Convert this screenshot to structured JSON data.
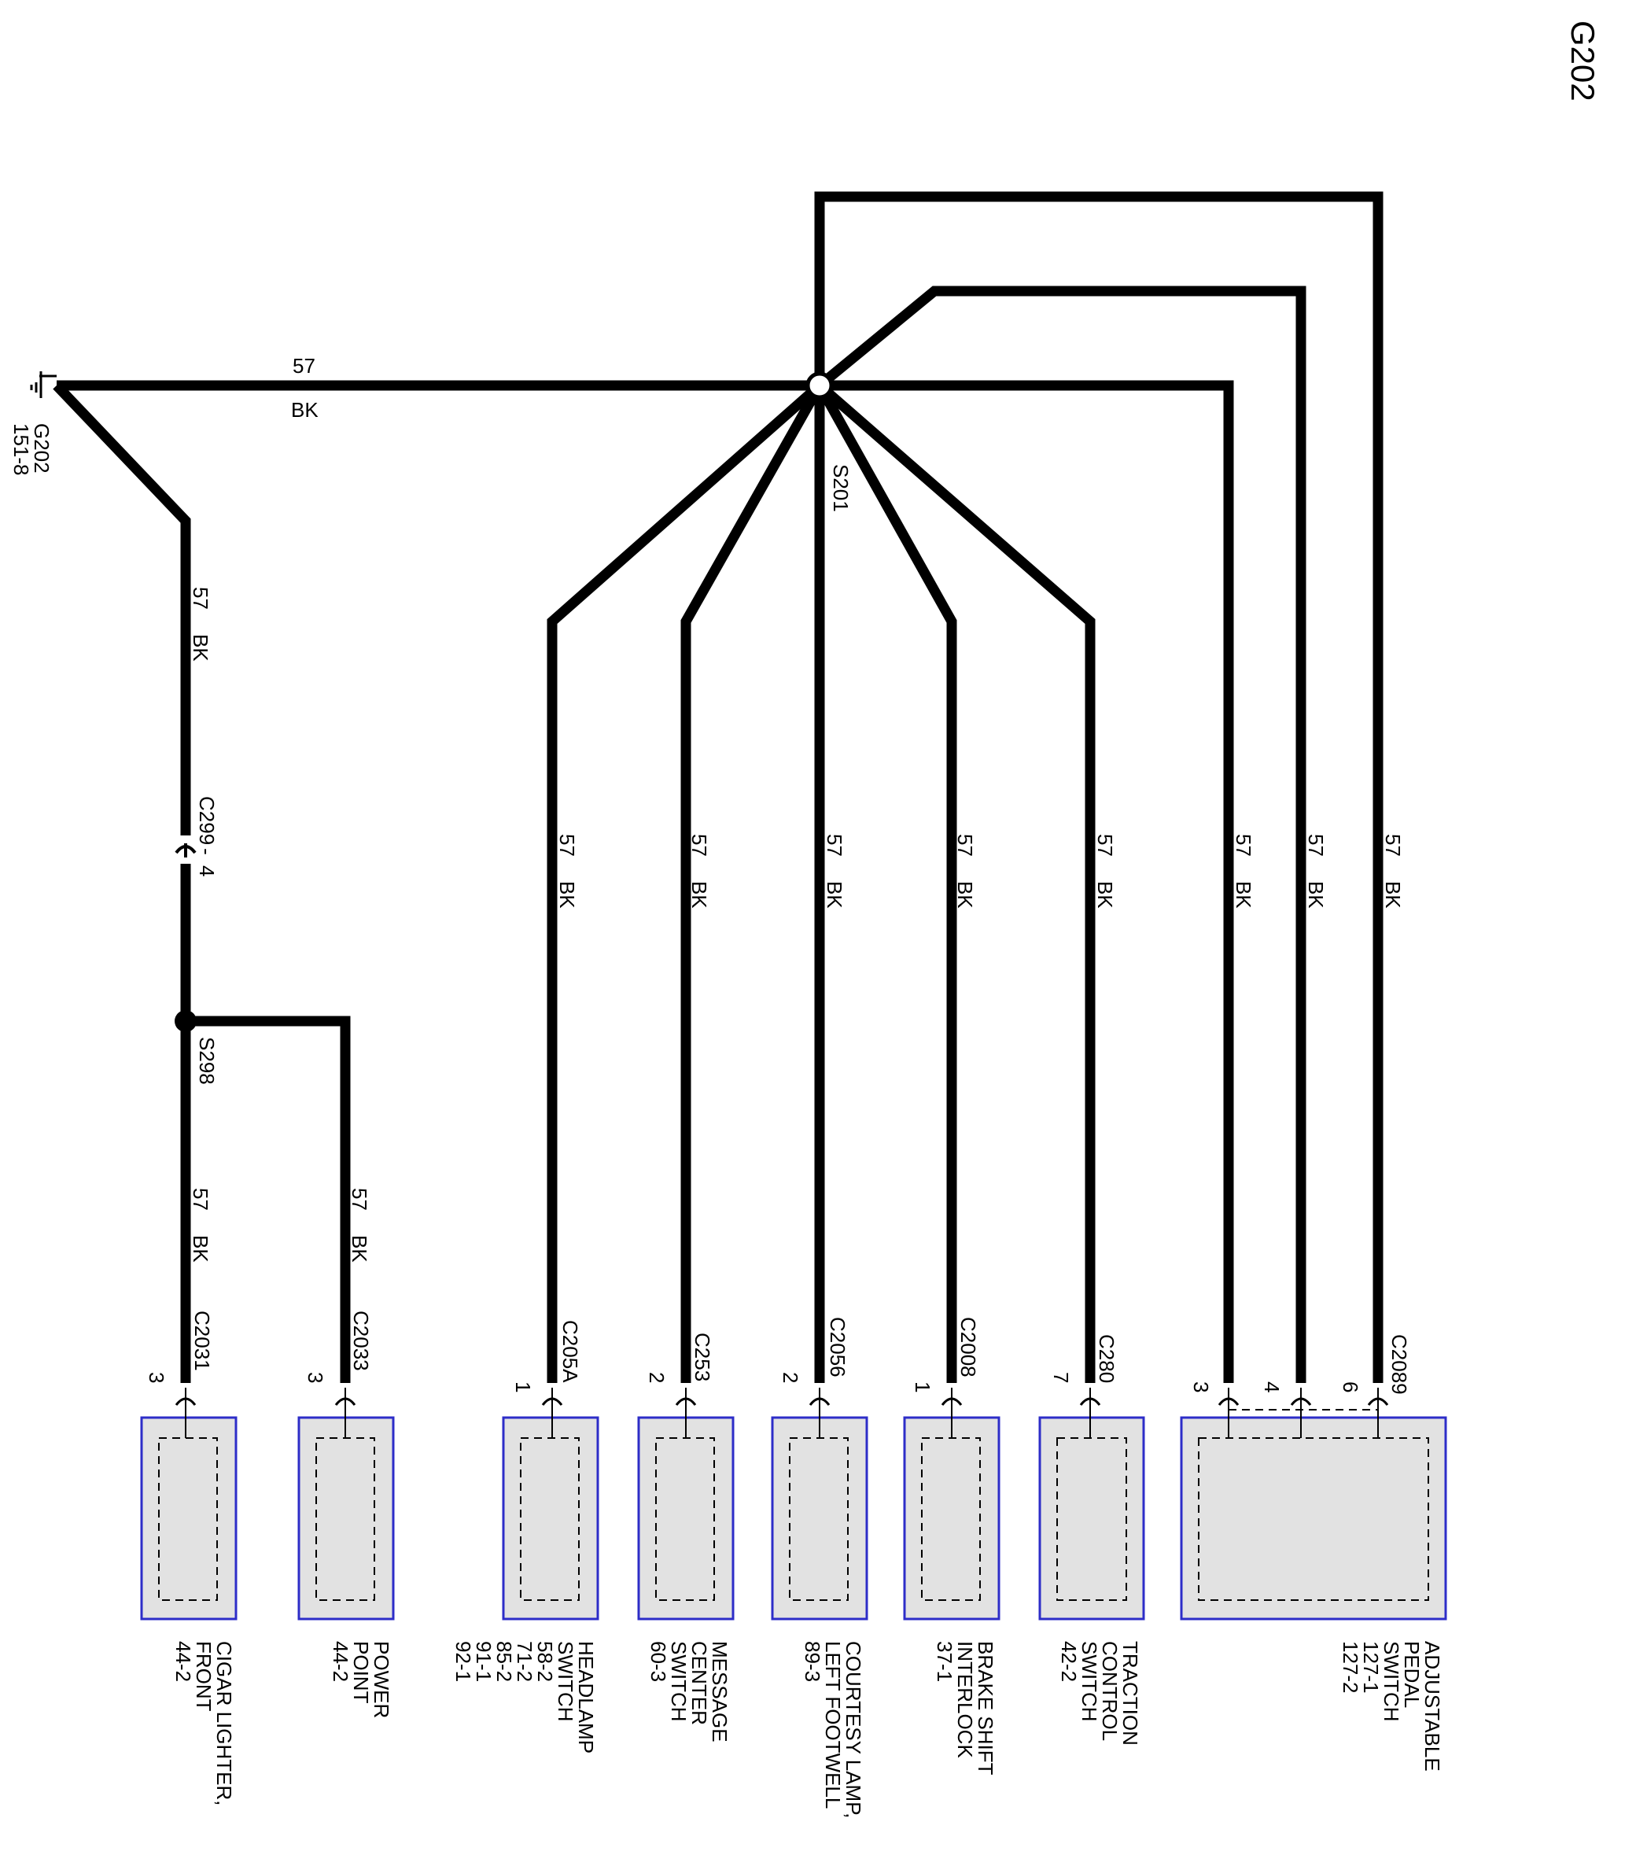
{
  "title": "G202",
  "ground": {
    "id": "G202",
    "ref": "151-8"
  },
  "main_wire": {
    "circuit": "57",
    "color": "BK"
  },
  "splices": {
    "s201": "S201",
    "s298": "S298"
  },
  "inline_connector": {
    "id": "C299",
    "pin": "4"
  },
  "wire_label": {
    "circuit": "57",
    "color": "BK"
  },
  "components": [
    {
      "name_lines": [
        "CIGAR LIGHTER,",
        "FRONT",
        "44-2"
      ],
      "connector": "C2031",
      "pins": [
        "3"
      ]
    },
    {
      "name_lines": [
        "POWER",
        "POINT",
        "44-2"
      ],
      "connector": "C2033",
      "pins": [
        "3"
      ]
    },
    {
      "name_lines": [
        "HEADLAMP",
        "SWITCH",
        "58-2",
        "71-2",
        "85-2",
        "91-1",
        "92-1"
      ],
      "connector": "C205A",
      "pins": [
        "1"
      ]
    },
    {
      "name_lines": [
        "MESSAGE",
        "CENTER",
        "SWITCH",
        "60-3"
      ],
      "connector": "C253",
      "pins": [
        "2"
      ]
    },
    {
      "name_lines": [
        "COURTESY LAMP,",
        "LEFT FOOTWELL",
        "89-3"
      ],
      "connector": "C2056",
      "pins": [
        "2"
      ]
    },
    {
      "name_lines": [
        "BRAKE SHIFT",
        "INTERLOCK",
        "37-1"
      ],
      "connector": "C2008",
      "pins": [
        "1"
      ]
    },
    {
      "name_lines": [
        "TRACTION",
        "CONTROL",
        "SWITCH",
        "42-2"
      ],
      "connector": "C280",
      "pins": [
        "7"
      ]
    },
    {
      "name_lines": [
        "ADJUSTABLE",
        "PEDAL",
        "SWITCH",
        "127-1",
        "127-2"
      ],
      "connector": "C2089",
      "pins": [
        "3",
        "4",
        "6"
      ]
    }
  ]
}
